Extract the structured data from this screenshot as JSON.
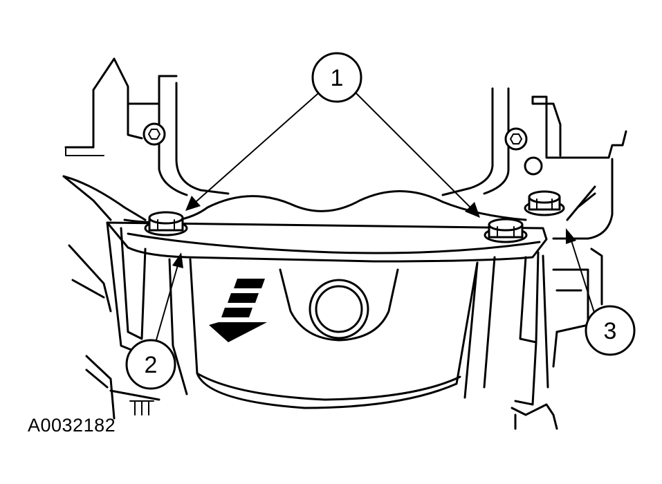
{
  "figure_id": "A0032182",
  "callouts": [
    {
      "label": "1"
    },
    {
      "label": "2"
    },
    {
      "label": "3"
    }
  ],
  "colors": {
    "ink": "#000000",
    "paper": "#ffffff"
  }
}
